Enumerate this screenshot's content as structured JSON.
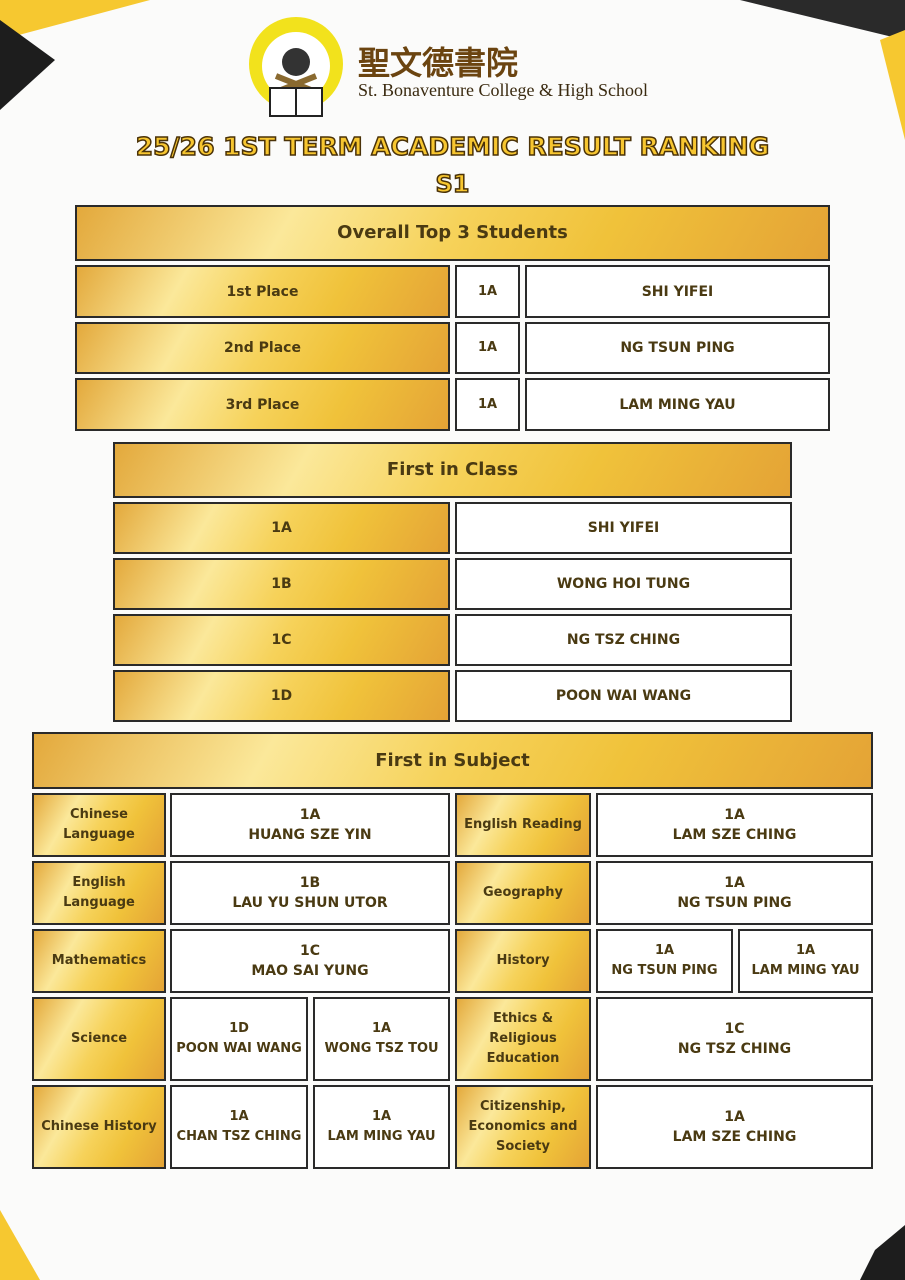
{
  "header": {
    "school_cn": "聖文德書院",
    "school_en": "St. Bonaventure College & High School",
    "title": "25/26 1ST TERM ACADEMIC RESULT RANKING",
    "level": "S1"
  },
  "overall": {
    "heading": "Overall Top 3 Students",
    "rows": [
      {
        "place": "1st Place",
        "class": "1A",
        "name": "SHI YIFEI"
      },
      {
        "place": "2nd Place",
        "class": "1A",
        "name": "NG TSUN PING"
      },
      {
        "place": "3rd Place",
        "class": "1A",
        "name": "LAM MING YAU"
      }
    ]
  },
  "first_in_class": {
    "heading": "First in Class",
    "rows": [
      {
        "class": "1A",
        "name": "SHI YIFEI"
      },
      {
        "class": "1B",
        "name": "WONG HOI TUNG"
      },
      {
        "class": "1C",
        "name": "NG TSZ CHING"
      },
      {
        "class": "1D",
        "name": "POON WAI WANG"
      }
    ]
  },
  "first_in_subject": {
    "heading": "First in Subject",
    "left": [
      {
        "subject": "Chinese Language",
        "winners": [
          {
            "class": "1A",
            "name": "HUANG SZE YIN"
          }
        ]
      },
      {
        "subject": "English Language",
        "winners": [
          {
            "class": "1B",
            "name": "LAU YU SHUN UTOR"
          }
        ]
      },
      {
        "subject": "Mathematics",
        "winners": [
          {
            "class": "1C",
            "name": "MAO SAI YUNG"
          }
        ]
      },
      {
        "subject": "Science",
        "winners": [
          {
            "class": "1D",
            "name": "POON WAI WANG"
          },
          {
            "class": "1A",
            "name": "WONG TSZ TOU"
          }
        ]
      },
      {
        "subject": "Chinese History",
        "winners": [
          {
            "class": "1A",
            "name": "CHAN TSZ CHING"
          },
          {
            "class": "1A",
            "name": "LAM MING YAU"
          }
        ]
      }
    ],
    "right": [
      {
        "subject": "English Reading",
        "winners": [
          {
            "class": "1A",
            "name": "LAM SZE CHING"
          }
        ]
      },
      {
        "subject": "Geography",
        "winners": [
          {
            "class": "1A",
            "name": "NG TSUN PING"
          }
        ]
      },
      {
        "subject": "History",
        "winners": [
          {
            "class": "1A",
            "name": "NG TSUN PING"
          },
          {
            "class": "1A",
            "name": "LAM MING YAU"
          }
        ]
      },
      {
        "subject": "Ethics & Religious Education",
        "winners": [
          {
            "class": "1C",
            "name": "NG TSZ CHING"
          }
        ]
      },
      {
        "subject": "Citizenship, Economics and Society",
        "winners": [
          {
            "class": "1A",
            "name": "LAM SZE CHING"
          }
        ]
      }
    ]
  }
}
